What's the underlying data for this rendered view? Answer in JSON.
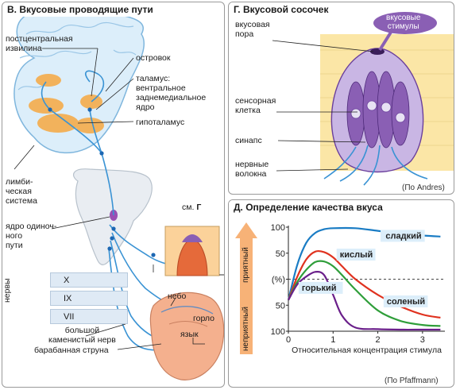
{
  "panel_b": {
    "title": "В. Вкусовые проводящие пути",
    "labels": {
      "postcentral_1": "постцентральная",
      "postcentral_2": "извилина",
      "insula": "островок",
      "thalamus_1": "таламус:",
      "thalamus_2": "вентральное",
      "thalamus_3": "заднемедиальное",
      "thalamus_4": "ядро",
      "hypothalamus": "гипоталамус",
      "limbic_1": "лимби-",
      "limbic_2": "ческая",
      "limbic_3": "система",
      "nucleus_1": "ядро одиноч-",
      "nucleus_2": "ного",
      "nucleus_3": "пути",
      "see_prefix": "см.",
      "see_ref": "Г",
      "nerves": "нервы",
      "nerve_x": "X",
      "nerve_ix": "IX",
      "nerve_vii": "VII",
      "palate": "небо",
      "throat": "горло",
      "tongue": "язык",
      "petrosal_1": "большой",
      "petrosal_2": "каменистый нерв",
      "chorda": "барабанная струна"
    }
  },
  "panel_g": {
    "title": "Г. Вкусовой сосочек",
    "labels": {
      "stimuli_1": "вкусовые",
      "stimuli_2": "стимулы",
      "pore_1": "вкусовая",
      "pore_2": "пора",
      "cell_1": "сенсорная",
      "cell_2": "клетка",
      "synapse": "синапс",
      "fibers_1": "нервные",
      "fibers_2": "волокна"
    },
    "credit": "(По Andres)"
  },
  "panel_d": {
    "title": "Д. Определение качества вкуса",
    "credit": "(По Pfaffmann)",
    "pleasant": "приятный",
    "unpleasant": "неприятный"
  },
  "colors": {
    "sweet": "#1a7cc4",
    "sour": "#e0321f",
    "salty": "#2f9e3a",
    "bitter": "#6a1f8a",
    "nerve": "#3a93d4",
    "thalamus": "#f2b25c",
    "papilla": "#8a5fb4"
  },
  "chart_data": {
    "type": "line",
    "xlabel": "Относительная концентрация стимула",
    "ylabel": "",
    "x_ticks": [
      "0",
      "1",
      "2",
      "3"
    ],
    "y_ticks_top": [
      "100",
      "50",
      "(%)"
    ],
    "y_ticks_bottom": [
      "50",
      "100"
    ],
    "xlim": [
      0,
      3.5
    ],
    "ylim": [
      -100,
      100
    ],
    "series": [
      {
        "name": "сладкий",
        "color": "#1a7cc4",
        "x": [
          0,
          0.2,
          0.4,
          0.6,
          0.8,
          1.0,
          1.5,
          2.0,
          2.5,
          3.0,
          3.4
        ],
        "y": [
          -40,
          28,
          70,
          89,
          96,
          98,
          98,
          93,
          88,
          84,
          82
        ]
      },
      {
        "name": "кислый",
        "color": "#e0321f",
        "x": [
          0,
          0.2,
          0.4,
          0.6,
          0.8,
          1.0,
          1.2,
          1.5,
          2.0,
          2.5,
          3.0,
          3.4
        ],
        "y": [
          -40,
          5,
          38,
          53,
          52,
          42,
          25,
          0,
          -30,
          -52,
          -68,
          -74
        ]
      },
      {
        "name": "соленый",
        "color": "#2f9e3a",
        "x": [
          0,
          0.2,
          0.4,
          0.6,
          0.8,
          1.0,
          1.2,
          1.5,
          2.0,
          2.5,
          3.0,
          3.4
        ],
        "y": [
          -40,
          -5,
          18,
          33,
          34,
          25,
          8,
          -20,
          -60,
          -80,
          -88,
          -90
        ]
      },
      {
        "name": "горький",
        "color": "#6a1f8a",
        "x": [
          0,
          0.2,
          0.4,
          0.6,
          0.8,
          1.0,
          1.2,
          1.5,
          2.0,
          2.5,
          3.0,
          3.4
        ],
        "y": [
          -40,
          -10,
          5,
          14,
          8,
          -30,
          -70,
          -93,
          -96,
          -97,
          -97,
          -97
        ]
      }
    ],
    "grid": false,
    "legend": "inline labels"
  }
}
